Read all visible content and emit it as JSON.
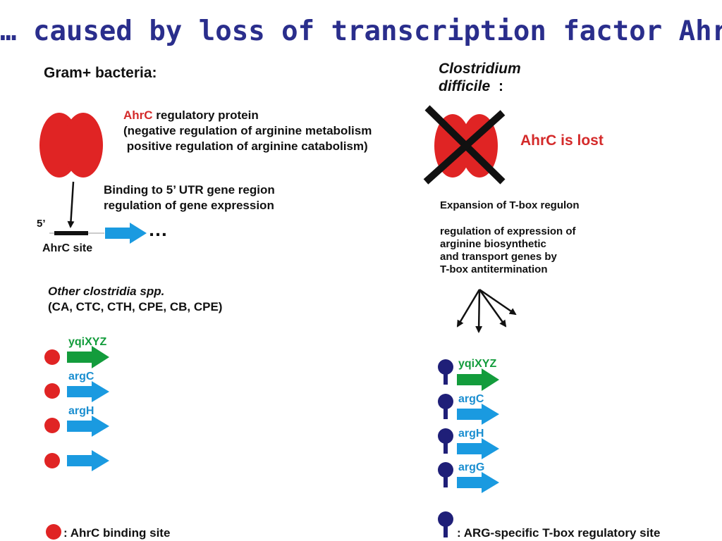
{
  "title": "… caused by loss of transcription factor AhrC",
  "colors": {
    "title": "#2a2e8c",
    "ahrc_red": "#e02424",
    "label_red": "#d42a2a",
    "arrow_blue": "#1a9ae0",
    "arrow_green": "#139c3c",
    "gene_blue": "#1a8ed0",
    "gene_green": "#139c3c",
    "tbox_navy": "#1f1f78"
  },
  "left": {
    "heading": "Gram+ bacteria:",
    "protein_name": "AhrC",
    "protein_rest": " regulatory protein",
    "protein_line2": "(negative regulation of arginine metabolism",
    "protein_line3": " positive regulation of arginine catabolism)",
    "binding_line1": "Binding to 5’ UTR gene region",
    "binding_line2": "regulation of gene expression",
    "five_prime": "5’",
    "site_label": "AhrC site",
    "ellipsis": "…",
    "other_title": "Other clostridia spp.",
    "other_species": "(CA, CTC, CTH, CPE, CB, CPE)",
    "genes": [
      "yqiXYZ",
      "argC",
      "argH",
      ""
    ],
    "legend": ":  AhrC binding site"
  },
  "right": {
    "heading_italic": "Clostridium difficile",
    "heading_colon": ":",
    "lost_label": "AhrC is lost",
    "expansion": "Expansion of T-box regulon",
    "reg_line1": "regulation of expression of",
    "reg_line2": "arginine biosynthetic",
    "reg_line3": "and transport genes by",
    "reg_line4": "T-box antitermination",
    "genes": [
      "yqiXYZ",
      "argC",
      "argH",
      "argG"
    ],
    "legend": ":  ARG-specific T-box regulatory site"
  }
}
